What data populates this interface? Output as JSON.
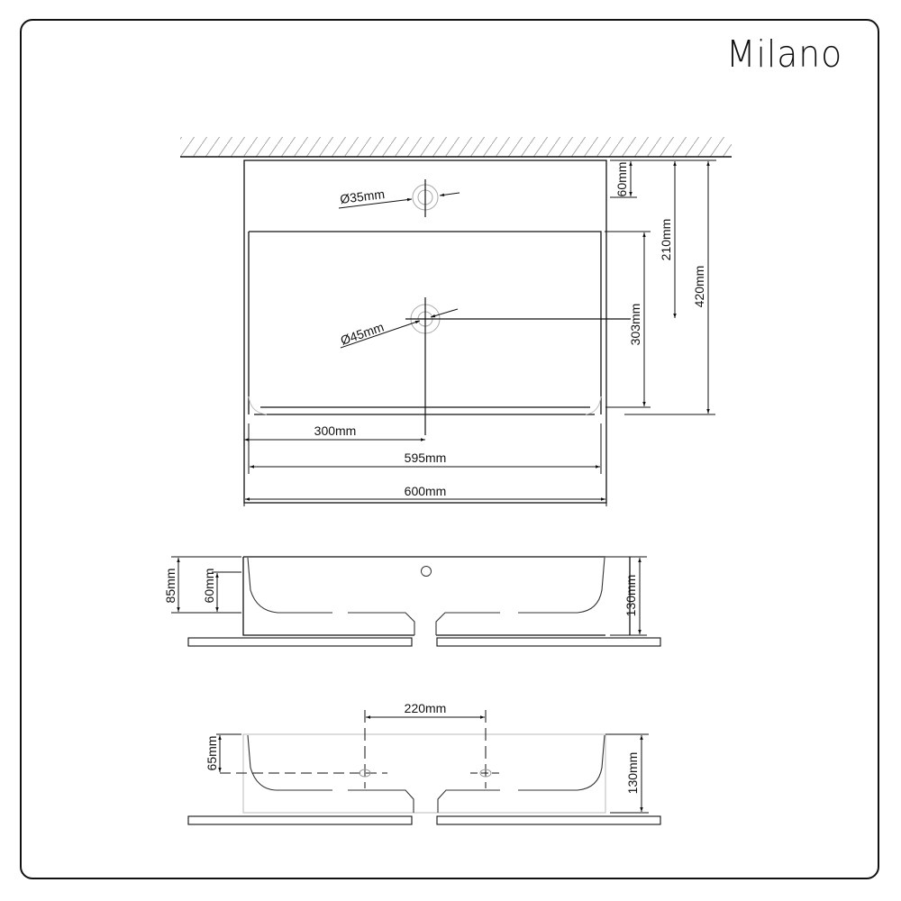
{
  "brand": {
    "name": "Milano"
  },
  "colors": {
    "line": "#111111",
    "faint": "#bbbbbb",
    "background": "#ffffff"
  },
  "top_view": {
    "tap_hole_label": "Ø35mm",
    "waste_hole_label": "Ø45mm",
    "dim_300": "300mm",
    "dim_595": "595mm",
    "dim_600": "600mm",
    "dim_60": "60mm",
    "dim_210": "210mm",
    "dim_303": "303mm",
    "dim_420": "420mm"
  },
  "side_view": {
    "dim_85": "85mm",
    "dim_60": "60mm",
    "dim_130": "130mm"
  },
  "section_view": {
    "dim_220": "220mm",
    "dim_65": "65mm",
    "dim_130": "130mm"
  }
}
